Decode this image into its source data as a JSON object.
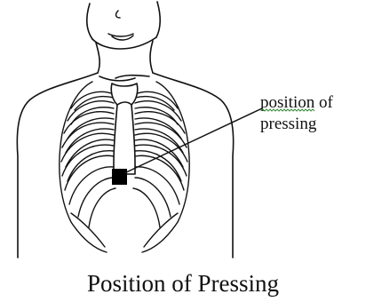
{
  "diagram": {
    "callout_line1": "position of",
    "callout_line2": "pressing",
    "caption": "Position of Pressing"
  },
  "colors": {
    "ink": "#111111",
    "marker": "#000000",
    "spellcheck_underline": "#3c8c3c",
    "background": "#ffffff"
  }
}
